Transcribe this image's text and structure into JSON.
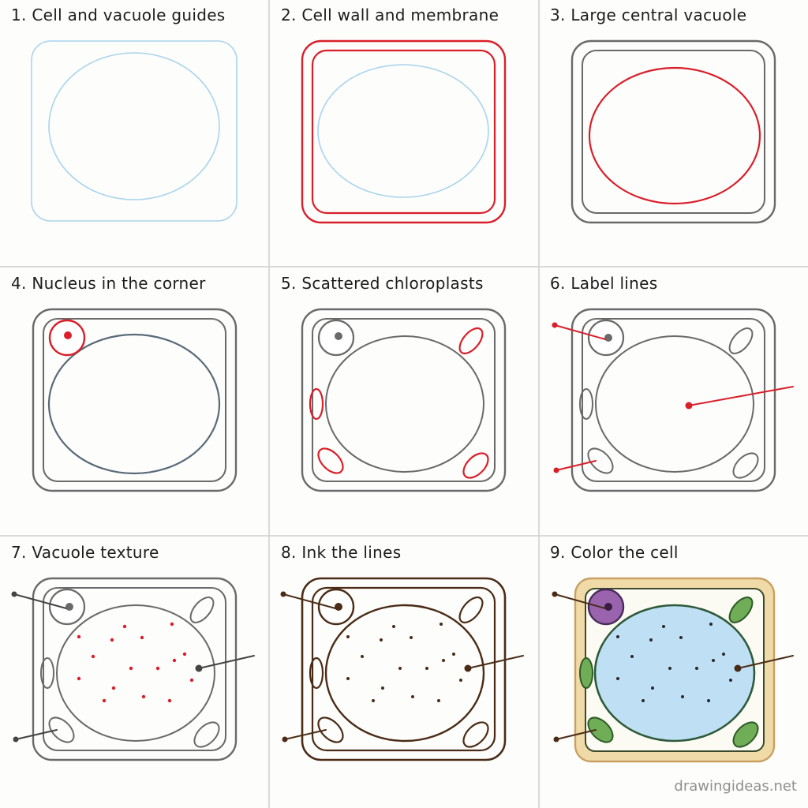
{
  "steps": [
    {
      "title": "1. Cell and vacuole guides"
    },
    {
      "title": "2. Cell wall and membrane"
    },
    {
      "title": "3. Large central vacuole"
    },
    {
      "title": "4. Nucleus in the corner"
    },
    {
      "title": "5. Scattered chloroplasts"
    },
    {
      "title": "6. Label lines"
    },
    {
      "title": "7. Vacuole texture"
    },
    {
      "title": "8. Ink the lines"
    },
    {
      "title": "9. Color the cell"
    }
  ],
  "watermark": "drawingideas.net",
  "colors": {
    "guide": "#a9d4ec",
    "highlight": "#d91f2a",
    "pencil": "#6a6a6a",
    "ink": "#4a2c16",
    "cell_wall_fill": "#f0dba8",
    "cell_wall_stroke": "#c9a062",
    "vacuole_fill": "#bfe0f4",
    "vacuole_stroke": "#2f5a3a",
    "nucleus_fill": "#9a63ad",
    "chloroplast_fill": "#6fae56"
  }
}
